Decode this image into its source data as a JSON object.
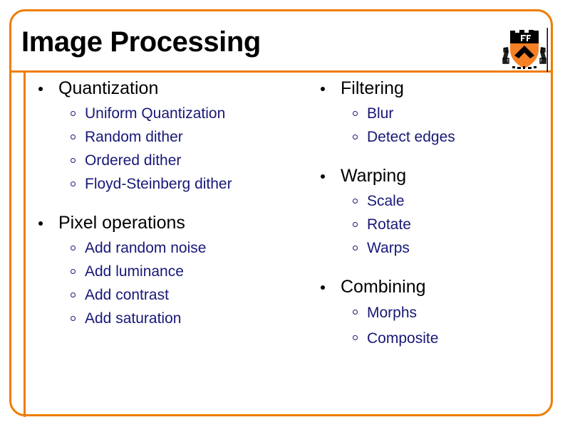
{
  "slide": {
    "title": "Image Processing",
    "accent_color": "#ee7d00",
    "title_color": "#000000",
    "topic_color": "#000000",
    "subtopic_color": "#181878",
    "background_color": "#ffffff"
  },
  "logo": {
    "name": "princeton-university-shield",
    "shield_color": "#f58025",
    "detail_color": "#000000"
  },
  "columns": {
    "left": [
      {
        "label": "Quantization",
        "items": [
          "Uniform Quantization",
          "Random dither",
          "Ordered dither",
          "Floyd-Steinberg dither"
        ]
      },
      {
        "label": "Pixel operations",
        "items": [
          "Add random noise",
          "Add luminance",
          "Add contrast",
          "Add saturation"
        ]
      }
    ],
    "right": [
      {
        "label": "Filtering",
        "items": [
          "Blur",
          "Detect edges"
        ]
      },
      {
        "label": "Warping",
        "items": [
          "Scale",
          "Rotate",
          "Warps"
        ]
      },
      {
        "label": "Combining",
        "items": [
          "Morphs",
          "Composite"
        ]
      }
    ]
  }
}
